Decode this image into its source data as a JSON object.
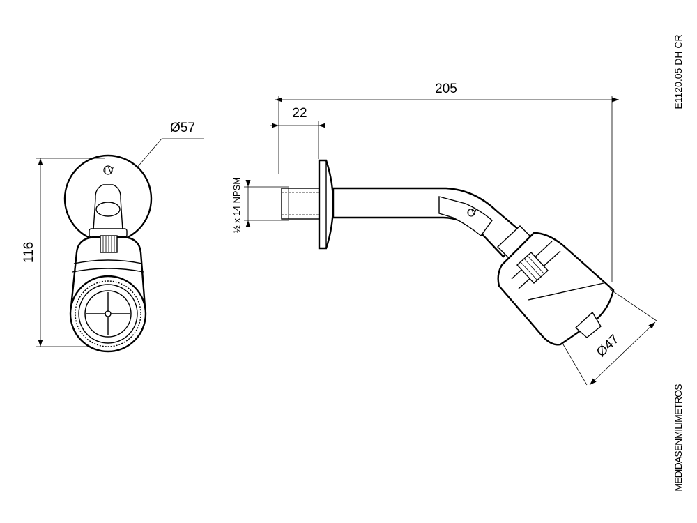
{
  "drawing": {
    "code": "E1120.05 DH CR",
    "units_note": "MEDIDASENMILIMETROS",
    "logo_text": "TV"
  },
  "dimensions": {
    "total_length": "205",
    "inlet_length": "22",
    "flange_diameter": "Ø57",
    "head_diameter": "Ø47",
    "height": "116",
    "thread": "½ x 14 NPSM"
  },
  "colors": {
    "line": "#000000",
    "background": "#ffffff"
  }
}
